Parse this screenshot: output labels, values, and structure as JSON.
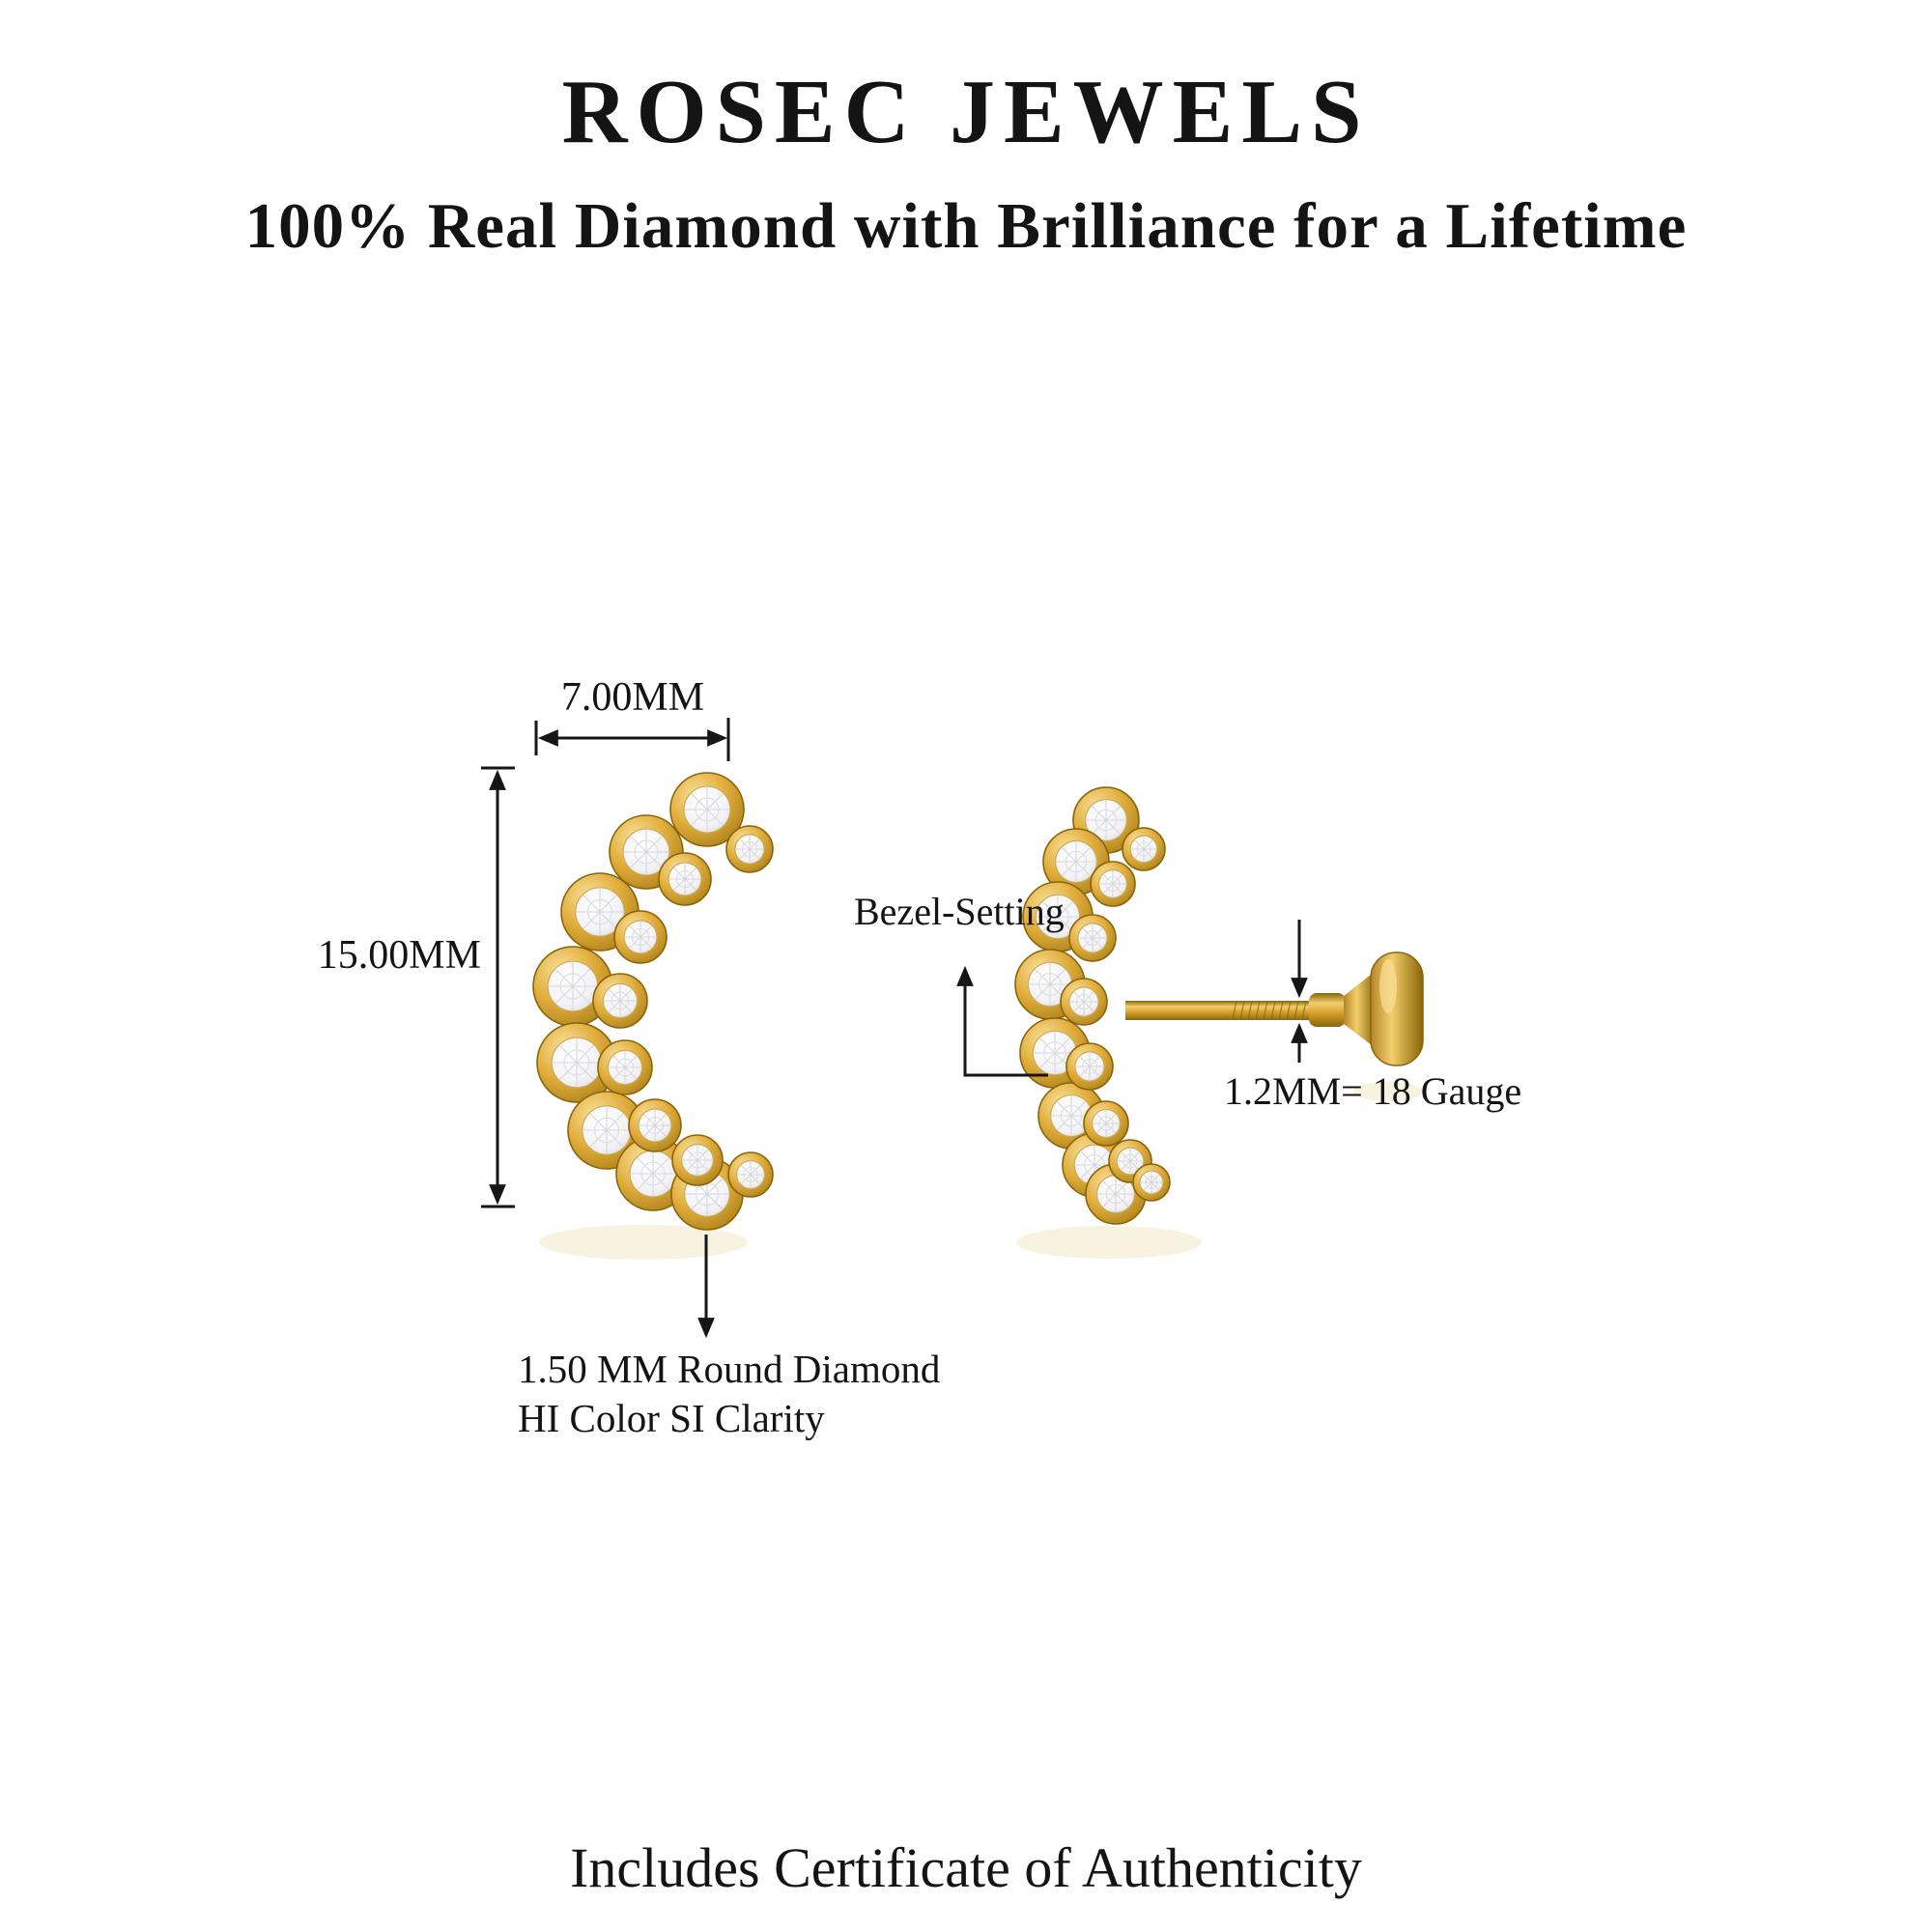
{
  "header": {
    "brand": "ROSEC JEWELS",
    "tagline": "100% Real Diamond with Brilliance for a Lifetime"
  },
  "diagram": {
    "front_view": {
      "width_label": "7.00MM",
      "height_label": "15.00MM",
      "stone_note_line1": "1.50 MM Round Diamond",
      "stone_note_line2": "HI Color SI Clarity"
    },
    "side_view": {
      "setting_label": "Bezel-Setting",
      "gauge_label": "1.2MM= 18 Gauge"
    }
  },
  "footer": {
    "certificate_note": "Includes Certificate of Authenticity"
  },
  "colors": {
    "gold": "#D5A02C",
    "gold_dark": "#8A6508",
    "gold_highlight": "#F8E09A",
    "diamond_white": "#F4F4F6",
    "text": "#141414",
    "background": "#FFFFFF"
  }
}
